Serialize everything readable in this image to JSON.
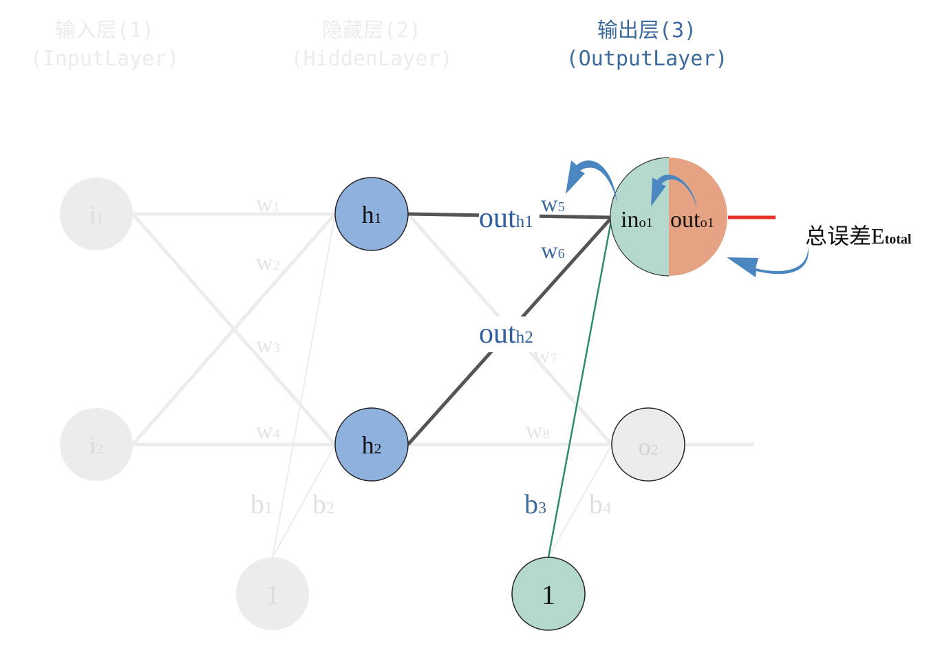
{
  "layers": [
    {
      "title": "输入层(1)",
      "subtitle": "(InputLayer)",
      "active": false
    },
    {
      "title": "隐藏层(2)",
      "subtitle": "(HiddenLayer)",
      "active": false
    },
    {
      "title": "输出层(3)",
      "subtitle": "(OutputLayer)",
      "active": true
    }
  ],
  "nodes": {
    "i1": {
      "main": "i",
      "sub": "1"
    },
    "i2": {
      "main": "i",
      "sub": "2"
    },
    "h1": {
      "main": "h",
      "sub": "1"
    },
    "h2": {
      "main": "h",
      "sub": "2"
    },
    "o1_in": {
      "main": "in",
      "sub": "o1"
    },
    "o1_out": {
      "main": "out",
      "sub": "o1"
    },
    "o2": {
      "main": "o",
      "sub": "2"
    },
    "bias1": "1",
    "bias2": "1"
  },
  "weights": {
    "w1": {
      "main": "w",
      "sub": "1"
    },
    "w2": {
      "main": "w",
      "sub": "2"
    },
    "w3": {
      "main": "w",
      "sub": "3"
    },
    "w4": {
      "main": "w",
      "sub": "4"
    },
    "w5": {
      "main": "w",
      "sub": "5"
    },
    "w6": {
      "main": "w",
      "sub": "6"
    },
    "w7": {
      "main": "w",
      "sub": "7"
    },
    "w8": {
      "main": "w",
      "sub": "8"
    },
    "b1": {
      "main": "b",
      "sub": "1"
    },
    "b2": {
      "main": "b",
      "sub": "2"
    },
    "b3": {
      "main": "b",
      "sub": "3"
    },
    "b4": {
      "main": "b",
      "sub": "4"
    }
  },
  "outputs": {
    "out_h1": {
      "main": "out",
      "sub": "h1"
    },
    "out_h2": {
      "main": "out",
      "sub": "h2"
    }
  },
  "error": {
    "label": "总误差",
    "main": "E",
    "sub": "total"
  },
  "colors": {
    "faint": "#ececec",
    "hidden_node": "#8eb1de",
    "active_edge": "#555555",
    "in_half": "#b4d9cc",
    "out_half": "#e5a383",
    "bias_edge": "#2e8b6e",
    "error_line": "#e8302a",
    "arrow": "#4a86c0",
    "text_blue": "#3d6a9e"
  }
}
